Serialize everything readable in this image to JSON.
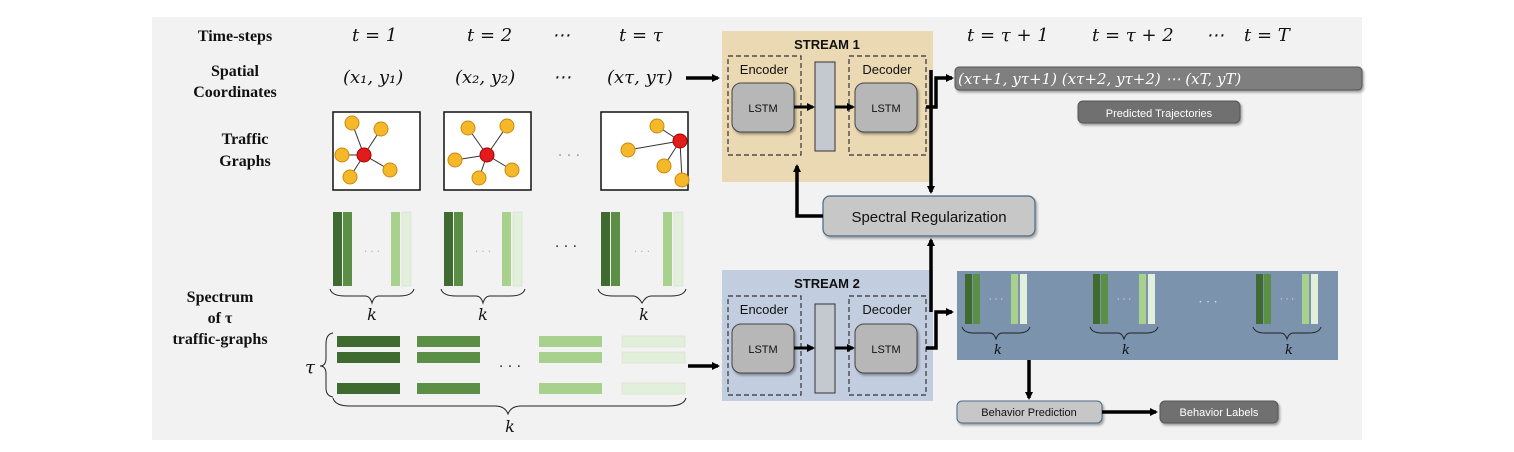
{
  "labels": {
    "time_steps": "Time-steps",
    "spatial_coordinates_1": "Spatial",
    "spatial_coordinates_2": "Coordinates",
    "traffic_graphs_1": "Traffic",
    "traffic_graphs_2": "Graphs",
    "spectrum_1": "Spectrum",
    "spectrum_2": "of τ",
    "spectrum_3": "traffic-graphs"
  },
  "time_steps": [
    "t = 1",
    "t = 2",
    "⋯",
    "t = τ"
  ],
  "future_steps": [
    "t = τ + 1",
    "t = τ + 2",
    "⋯",
    "t = T"
  ],
  "coordinates": [
    "(x₁, y₁)",
    "(x₂, y₂)",
    "⋯",
    "(xτ, yτ)"
  ],
  "predicted_coordinates": "(xτ+1, yτ+1)  (xτ+2, yτ+2)  ⋯ (xT, yT)",
  "ellipsis_dots": "· · ·",
  "k_label": "k",
  "tau_label": "τ",
  "stream1": {
    "title": "STREAM 1",
    "encoder": "Encoder",
    "decoder": "Decoder",
    "lstm": "LSTM"
  },
  "stream2": {
    "title": "STREAM 2",
    "encoder": "Encoder",
    "decoder": "Decoder",
    "lstm": "LSTM"
  },
  "spectral_regularization": "Spectral Regularization",
  "predicted_trajectories": "Predicted Trajectories",
  "behavior_prediction": "Behavior Prediction",
  "behavior_labels": "Behavior Labels",
  "colors": {
    "background": "#f2f2f2",
    "stream1_fill": "#ead9b3",
    "stream2_fill": "#c3cde0",
    "output_panel": "#7b93ad",
    "node_red": "#e31b1b",
    "node_yellow": "#f5b829",
    "green_dark": "#3f6b30",
    "green_mid": "#5c8f46",
    "green_light": "#a9d18e",
    "green_pale": "#e2efda",
    "gray_box": "#c7c7c7",
    "dark_gray_box": "#707070"
  }
}
